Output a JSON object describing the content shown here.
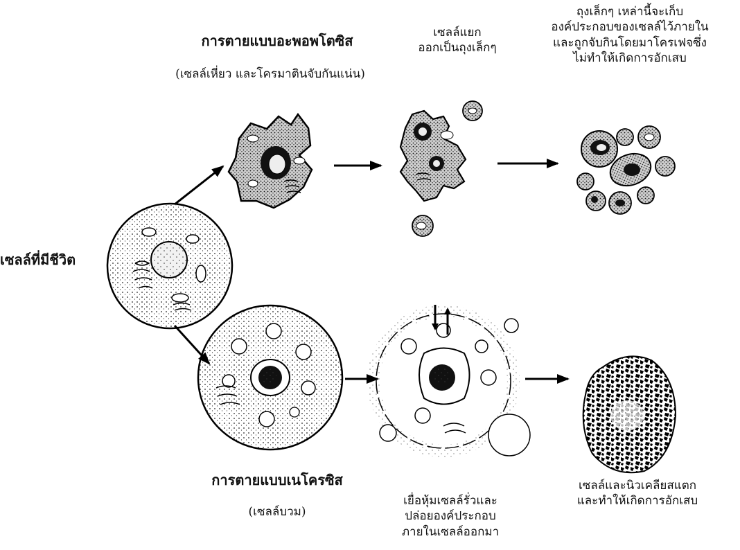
{
  "labels": {
    "apoptosis_title": "การตายแบบอะพอพโตซิส",
    "apoptosis_subtitle": "(เซลล์เหี่ยว และโครมาตินจับกันแน่น)",
    "fragmentation": "เซลล์แยก\nออกเป็นถุงเล็กๆ",
    "apoptotic_bodies": "ถุงเล็กๆ เหล่านี้จะเก็บ\nองค์ประกอบของเซลล์ไว้ภายใน\nและถูกจับกินโดยมาโครเฟจซึ่ง\nไม่ทำให้เกิดการอักเสบ",
    "living_cell": "เซลล์ที่มีชีวิต",
    "necrosis_title": "การตายแบบเนโครซิส",
    "necrosis_subtitle": "(เซลล์บวม)",
    "membrane_leak": "เยื่อหุ้มเซลล์รั่วและ\nปล่อยองค์ประกอบ\nภายในเซลล์ออกมา",
    "cell_burst": "เซลล์และนิวเคลียสแตก\nและทำให้เกิดการอักเสบ"
  },
  "colors": {
    "ink": "#111111",
    "cytoplasm_shade": "#d8d8d8",
    "background": "#ffffff"
  }
}
